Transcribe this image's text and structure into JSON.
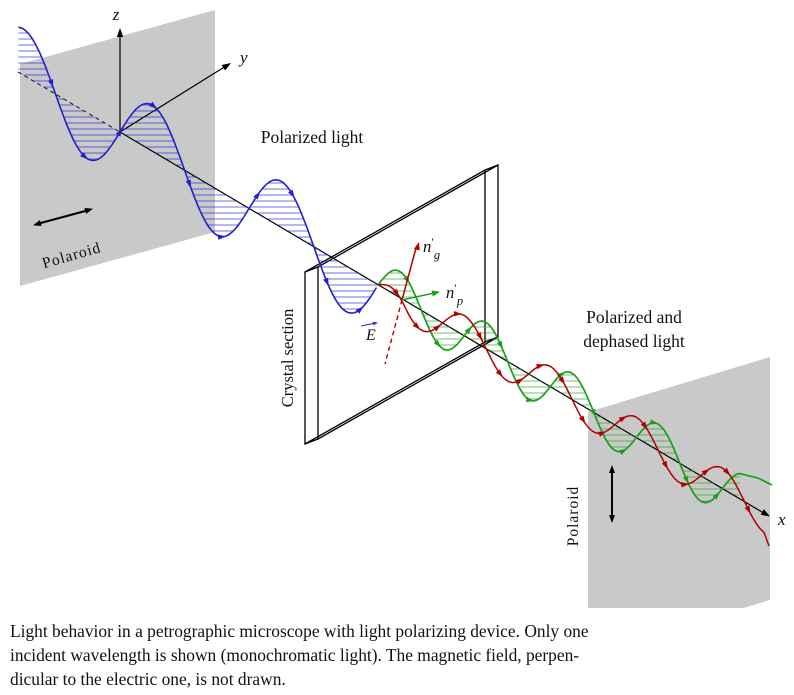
{
  "figure": {
    "labels": {
      "polarized_light": "Polarized light",
      "crystal_section": "Crystal section",
      "dephased_line1": "Polarized and",
      "dephased_line2": "dephased light",
      "polaroid_left": "Polaroid",
      "polaroid_right": "Polaroid",
      "axis_x": "x",
      "axis_y": "y",
      "axis_z": "z",
      "n_base": "n",
      "prime": "′",
      "n_g_sub": "g",
      "n_p_sub": "p",
      "e_field": "E"
    },
    "colors": {
      "wave_blue": "#2020d0",
      "wave_green": "#18a018",
      "wave_red": "#b30000",
      "polaroid_fill": "#c9c9c9",
      "polaroid_text": "#9b9b9b",
      "axis": "#000000"
    },
    "caption": {
      "line1": "Light behavior in a petrographic microscope with light polarizing device. Only one",
      "line2": "incident wavelength is shown (monochromatic light). The magnetic field, perpen-",
      "line3": "dicular to the electric one, is not drawn."
    }
  }
}
